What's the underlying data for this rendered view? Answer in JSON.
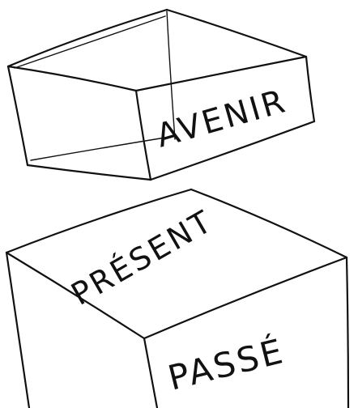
{
  "boxes": {
    "lid": {
      "label": "AVENIR"
    },
    "base": {
      "top_label": "PRÉSENT",
      "side_label": "PASSÉ"
    }
  },
  "colors": {
    "ink": "#111111",
    "paper": "#ffffff"
  }
}
